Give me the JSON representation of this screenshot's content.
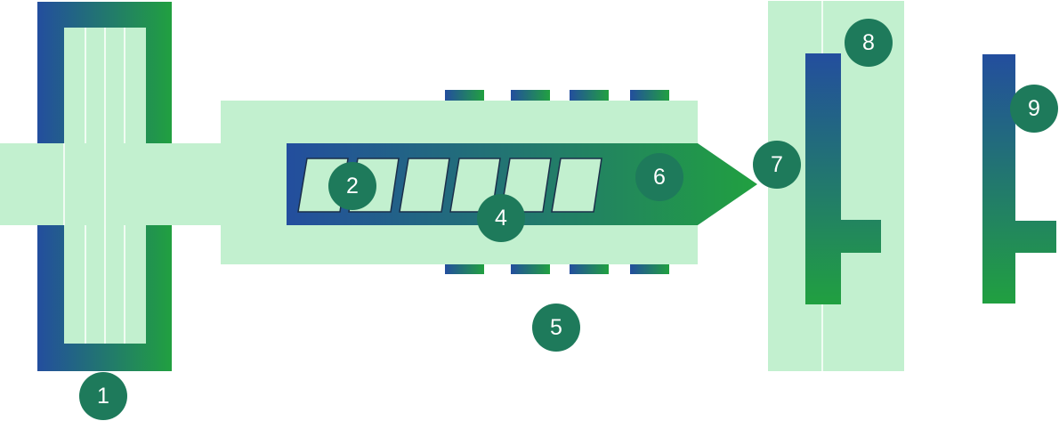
{
  "colors": {
    "light_green": "#c2f0cf",
    "blue": "#234e9e",
    "green": "#21a040",
    "badge": "#1e7a5b",
    "line": "#ffffff"
  },
  "callouts": [
    {
      "id": "1",
      "label": "1"
    },
    {
      "id": "2",
      "label": "2"
    },
    {
      "id": "4",
      "label": "4"
    },
    {
      "id": "5",
      "label": "5"
    },
    {
      "id": "6",
      "label": "6"
    },
    {
      "id": "7",
      "label": "7"
    },
    {
      "id": "8",
      "label": "8"
    },
    {
      "id": "9",
      "label": "9"
    }
  ]
}
